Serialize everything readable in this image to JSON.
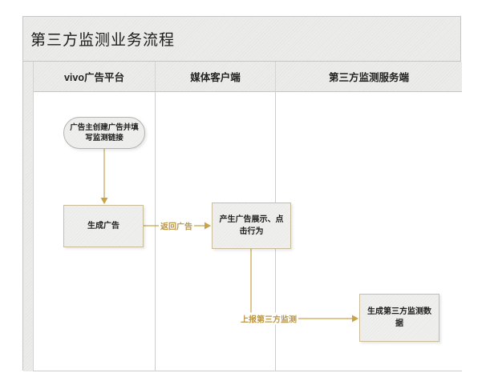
{
  "title": "第三方监测业务流程",
  "lanes": [
    {
      "label": "vivo广告平台"
    },
    {
      "label": "媒体客户端"
    },
    {
      "label": "第三方监测服务端"
    }
  ],
  "nodes": {
    "start": {
      "label": "广告主创建广告并填写监测链接",
      "shape": "stadium",
      "lane": "vivo广告平台"
    },
    "generate_ad": {
      "label": "生成广告",
      "shape": "rect",
      "lane": "vivo广告平台"
    },
    "ad_behavior": {
      "label": "产生广告展示、点击行为",
      "shape": "rect",
      "lane": "媒体客户端"
    },
    "third_party_data": {
      "label": "生成第三方监测数据",
      "shape": "rect",
      "lane": "第三方监测服务端"
    }
  },
  "edges": {
    "start_to_generate": {
      "label": ""
    },
    "return_ad": {
      "label": "返回广告"
    },
    "report_monitor": {
      "label": "上报第三方监测"
    }
  },
  "colors": {
    "band_fill": "#ececea",
    "frame_border": "#c6c6c4",
    "lane_border": "#c6d1cb",
    "node_fill": "#efefed",
    "node_border": "#c9bd9b",
    "start_border": "#b3b3b1",
    "arrow": "#c9a347",
    "edge_label": "#b8964a",
    "text": "#1f1f1f"
  }
}
